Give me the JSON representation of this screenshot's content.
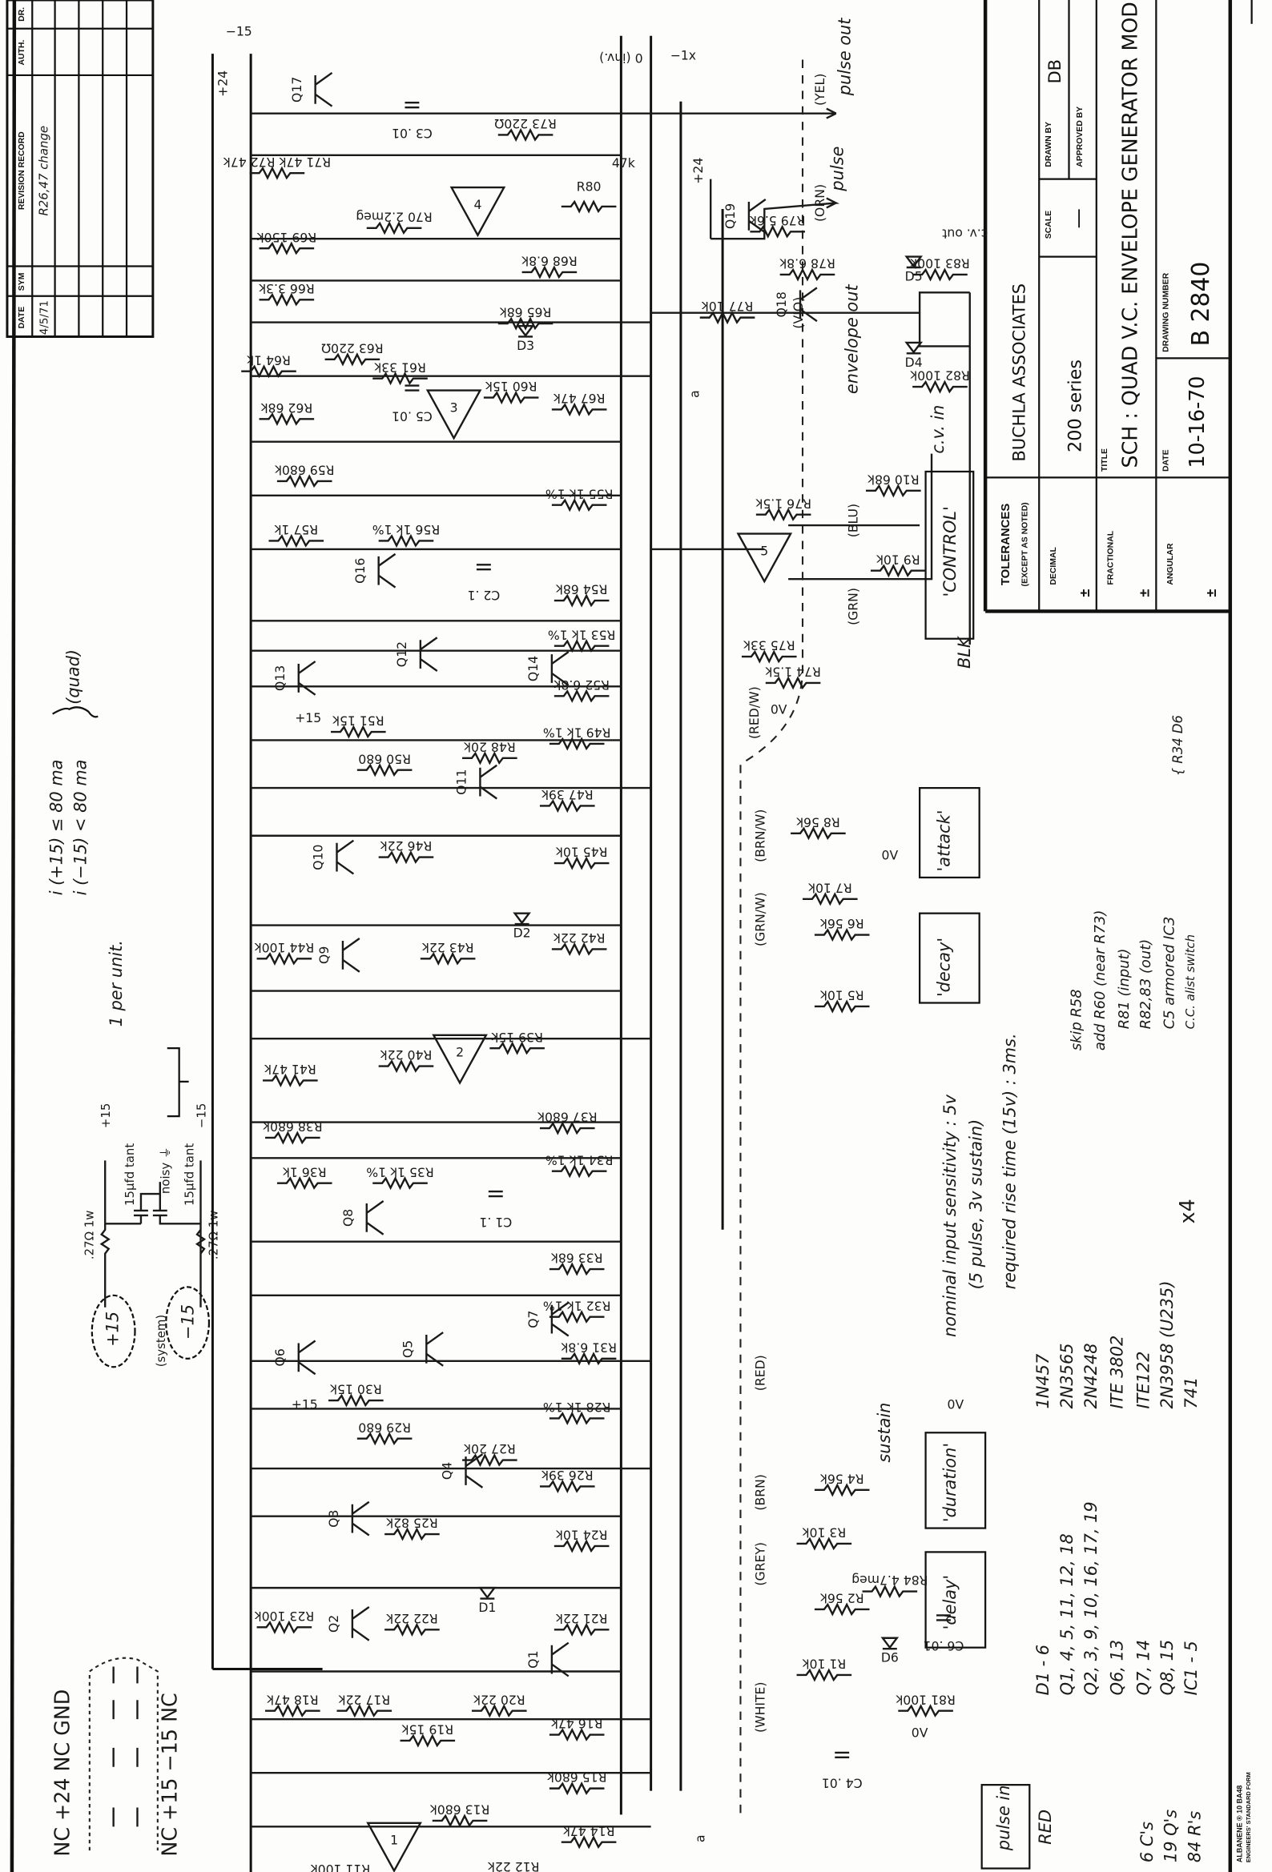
{
  "revision_record": {
    "headers": {
      "date": "DATE",
      "sym": "SYM",
      "record": "REVISION RECORD",
      "auth": "AUTH.",
      "dr": "DR."
    },
    "rows": [
      {
        "date": "4/5/71",
        "record": "R26,47 change"
      }
    ]
  },
  "title_block": {
    "tolerances": "TOLERANCES",
    "except": "(EXCEPT AS NOTED)",
    "decimal": "DECIMAL",
    "fractional": "FRACTIONAL",
    "angular": "ANGULAR",
    "plus_minus": "±",
    "company": "BUCHLA ASSOCIATES",
    "series": "200 series",
    "scale_label": "SCALE",
    "scale": "—",
    "drawn_by_label": "DRAWN BY",
    "drawn_by": "DB",
    "approved_by_label": "APPROVED BY",
    "title_label": "TITLE",
    "title": "SCH : QUAD V.C. ENVELOPE GENERATOR MOD.",
    "date_label": "DATE",
    "date": "10-16-70",
    "drawing_number_label": "DRAWING NUMBER",
    "drawing_number": "B 2840"
  },
  "notes": {
    "current_plus": "i (+15) ≤ 80 ma",
    "current_minus": "i (−15) < 80 ma",
    "quad": "(quad)",
    "per_unit": "1 per unit.",
    "ps_plus": "+15",
    "ps_system": "(system)",
    "ps_minus": "−15",
    "ps_r_top": ".27Ω 1w",
    "ps_r_bot": ".27Ω 1w",
    "ps_cap_top": "15µfd tant",
    "ps_cap_bot": "15µfd tant",
    "ps_noisy": "noisy ⏚",
    "ps_out_plus": "+15",
    "ps_out_minus": "−15",
    "conn_top": "NC  +24  NC  GND",
    "conn_bot": "NC  +15  −15  NC",
    "sensitivity": "nominal input sensitivity : 5v",
    "sensitivity_sub": "(5 pulse, 3v sustain)",
    "rise_time": "required rise time (15v) : 3ms.",
    "times_four": "x4",
    "mods": [
      "skip R58",
      "add R60 (near R73)",
      "R81 (input)",
      "R82,83 (out)",
      "C5  armored IC3",
      "C.C.  alist switch"
    ],
    "mods_side": "{ R34 D6",
    "counts": [
      "6 C's",
      "19 Q's",
      "84 R's"
    ]
  },
  "parts_list": [
    {
      "refs": "D1 - 6",
      "part": "1N457"
    },
    {
      "refs": "Q1, 4, 5, 11, 12, 18",
      "part": "2N3565"
    },
    {
      "refs": "Q2, 3, 9, 10, 16, 17, 19",
      "part": "2N4248"
    },
    {
      "refs": "Q6, 13",
      "part": "ITE 3802"
    },
    {
      "refs": "Q7, 14",
      "part": "ITE122"
    },
    {
      "refs": "Q8, 15",
      "part": "2N3958 (U235)"
    },
    {
      "refs": "IC1 - 5",
      "part": "741"
    }
  ],
  "components": [
    "R73 220Ω",
    "R80",
    "47k",
    "R71 47k  R72 47k",
    "C3 .01",
    "R70 2.2meg",
    "R69 150k",
    "R68 6.8k",
    "R66 3.3k",
    "R65 68k",
    "R64 1k",
    "R63 220Ω",
    "R61 33k",
    "R62 68k",
    "C5 .01",
    "R60 15k",
    "D3",
    "R67 47k",
    "R59 680k",
    "R57 1k",
    "R56 1k 1%",
    "R55 1k 1%",
    "Q16",
    "C2 .1",
    "R54 68k",
    "R53 1k 1%",
    "R52 6.8k",
    "R51 15k",
    "R50 680",
    "R49 1k 1%",
    "R48 20k",
    "R47 39k",
    "R46 22k",
    "R45 10k",
    "R44 100k",
    "R43 22k",
    "D2",
    "R42 22k",
    "R41 47k",
    "R40 22k",
    "R39 15k",
    "R38 680k",
    "R37 680k",
    "R36 1k",
    "R35 1k 1%",
    "R34 1k 1%",
    "Q8",
    "C1 .1",
    "R33 68k",
    "R32 1k 1%",
    "R31 6.8k",
    "R30 15k",
    "R29 680",
    "R28 1k 1%",
    "R27 20k",
    "R26 39k",
    "R25 82k",
    "R24 10k",
    "R23 100k",
    "R22 22k",
    "D1",
    "R21 22k",
    "R20 22k",
    "R16 47k",
    "R15 680k",
    "R14 47k",
    "R13 680k",
    "R18 47k",
    "R17 22k",
    "R19 15k",
    "R12 22k",
    "R11 100k",
    "Q1",
    "Q2",
    "Q3",
    "Q4",
    "Q5",
    "Q6",
    "Q7",
    "Q9",
    "Q10",
    "Q11",
    "Q12",
    "Q13",
    "Q14",
    "Q17",
    "Q18",
    "Q19",
    "R77 10k",
    "R79 5.6k",
    "R78 6.8k",
    "+24",
    "D5",
    "R83 100k",
    "D4",
    "R82 100k",
    "c.v. out",
    "R76 1.5k",
    "R10 68k",
    "R9 10k",
    "R75 33k",
    "R74 1.5k",
    "R8 56k",
    "R7 10k",
    "R6 56k",
    "R5 10k",
    "R4 56k",
    "R3 10k",
    "R2 56k",
    "R1 10k",
    "R84 4.7meg",
    "D6",
    "C6 .01",
    "R81 100k",
    "C4 .01",
    "+24",
    "−15",
    "0 (inv.)",
    "−1x",
    "a",
    "a",
    "0V",
    "0V",
    "0V",
    "0V",
    "+15",
    "+15"
  ],
  "ic_labels": [
    "1",
    "2",
    "3",
    "4",
    "5"
  ],
  "wire_colors": [
    "(YEL)",
    "(ORN)",
    "(VIO)",
    "(BLU)",
    "(GRN)",
    "(RED/W)",
    "(BRN/W)",
    "(GRN/W)",
    "(RED)",
    "(BRN)",
    "(GREY)",
    "(WHITE)"
  ],
  "outputs": {
    "pulse_out": "pulse out",
    "pulse": "pulse",
    "envelope_out": "envelope out"
  },
  "controls": {
    "attack": "'attack'",
    "decay_upper": "'decay'",
    "duration": "'duration'",
    "delay": "'delay'",
    "sustain": "sustain",
    "control": "'CONTROL'",
    "cv_in": "c.v. in",
    "blk": "BLK",
    "pulse_in": "pulse in",
    "red": "RED"
  },
  "footer": {
    "brand": "ALBANENE ® 10 BA48",
    "form": "ENGINEERS' STANDARD FORM"
  }
}
